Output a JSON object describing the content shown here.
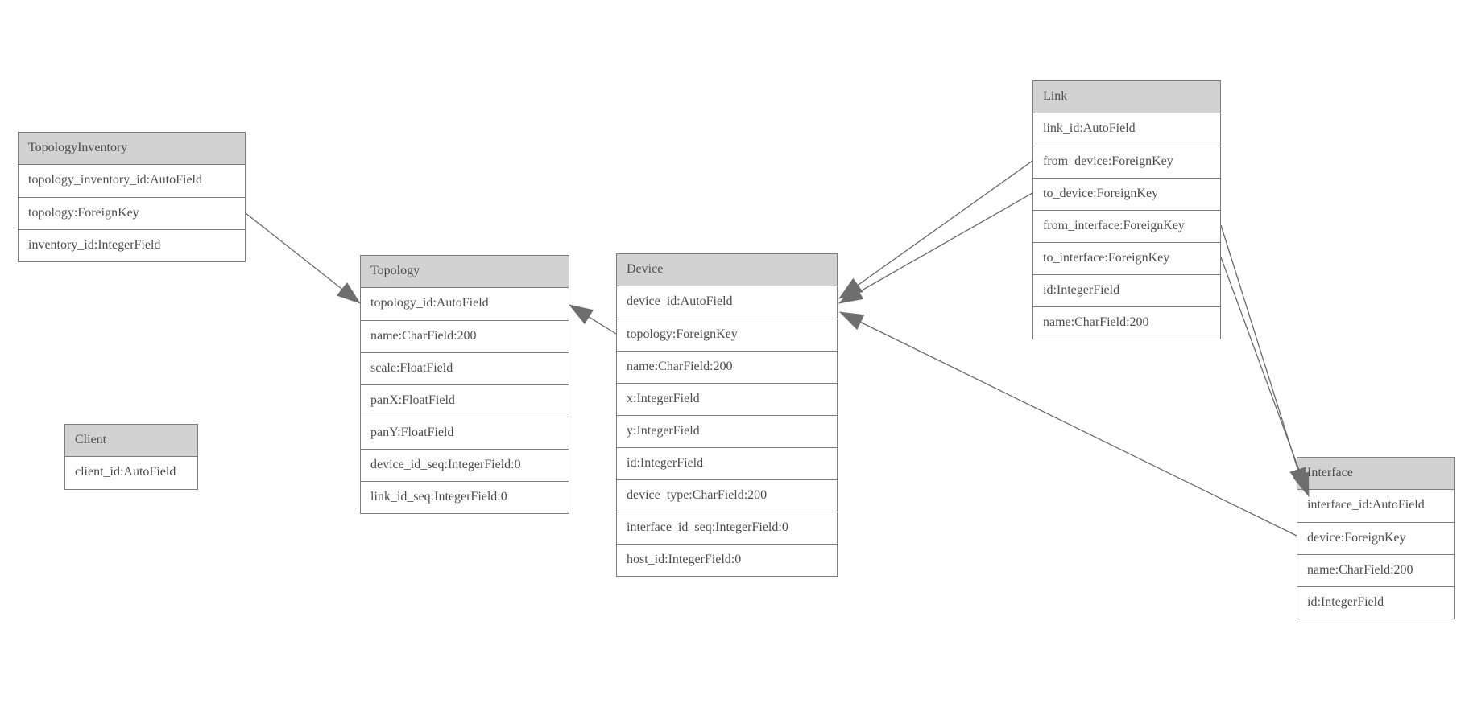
{
  "diagram": {
    "background_color": "#ffffff",
    "box_border_color": "#7d7d7d",
    "header_fill_color": "#d2d2d2",
    "text_color": "#4c4c4c",
    "edge_color": "#6a6a6a",
    "arrowhead_color": "#6e6e6e"
  },
  "entities": [
    {
      "id": "TopologyInventory",
      "title": "TopologyInventory",
      "fields": [
        "topology_inventory_id:AutoField",
        "topology:ForeignKey",
        "inventory_id:IntegerField"
      ]
    },
    {
      "id": "Topology",
      "title": "Topology",
      "fields": [
        "topology_id:AutoField",
        "name:CharField:200",
        "scale:FloatField",
        "panX:FloatField",
        "panY:FloatField",
        "device_id_seq:IntegerField:0",
        "link_id_seq:IntegerField:0"
      ]
    },
    {
      "id": "Client",
      "title": "Client",
      "fields": [
        "client_id:AutoField"
      ]
    },
    {
      "id": "Device",
      "title": "Device",
      "fields": [
        "device_id:AutoField",
        "topology:ForeignKey",
        "name:CharField:200",
        "x:IntegerField",
        "y:IntegerField",
        "id:IntegerField",
        "device_type:CharField:200",
        "interface_id_seq:IntegerField:0",
        "host_id:IntegerField:0"
      ]
    },
    {
      "id": "Link",
      "title": "Link",
      "fields": [
        "link_id:AutoField",
        "from_device:ForeignKey",
        "to_device:ForeignKey",
        "from_interface:ForeignKey",
        "to_interface:ForeignKey",
        "id:IntegerField",
        "name:CharField:200"
      ]
    },
    {
      "id": "Interface",
      "title": "Interface",
      "fields": [
        "interface_id:AutoField",
        "device:ForeignKey",
        "name:CharField:200",
        "id:IntegerField"
      ]
    }
  ],
  "relations": [
    {
      "from": "TopologyInventory.topology",
      "to": "Topology.topology_id"
    },
    {
      "from": "Device.topology",
      "to": "Topology.topology_id"
    },
    {
      "from": "Link.from_device",
      "to": "Device.device_id"
    },
    {
      "from": "Link.to_device",
      "to": "Device.device_id"
    },
    {
      "from": "Link.from_interface",
      "to": "Interface.interface_id"
    },
    {
      "from": "Link.to_interface",
      "to": "Interface.interface_id"
    },
    {
      "from": "Interface.device",
      "to": "Device.device_id"
    }
  ]
}
